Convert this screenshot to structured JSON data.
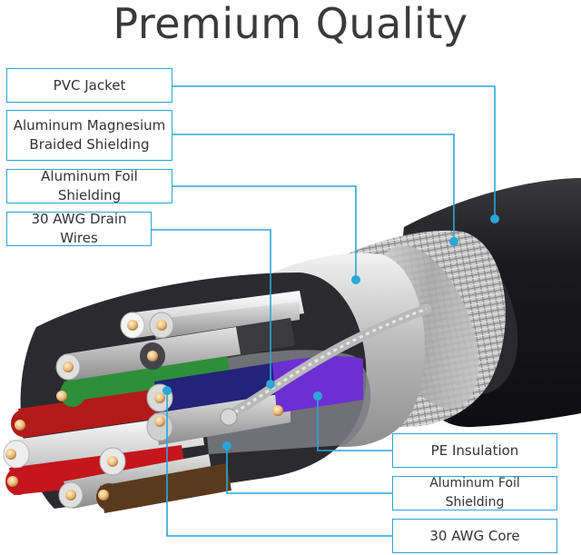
{
  "title": "Premium Quality",
  "labels": {
    "pvc_jacket": "PVC Jacket",
    "braided_line1": "Aluminum Magnesium",
    "braided_line2": "Braided Shielding",
    "foil_outer": "Aluminum Foil Shielding",
    "drain_wires": "30 AWG Drain Wires",
    "pe_insulation": "PE Insulation",
    "foil_inner": "Aluminum Foil Shielding",
    "core": "30 AWG Core"
  },
  "colors": {
    "callout": "#2aa6d9",
    "jacket": "#1b1b1d",
    "text": "#333333"
  }
}
